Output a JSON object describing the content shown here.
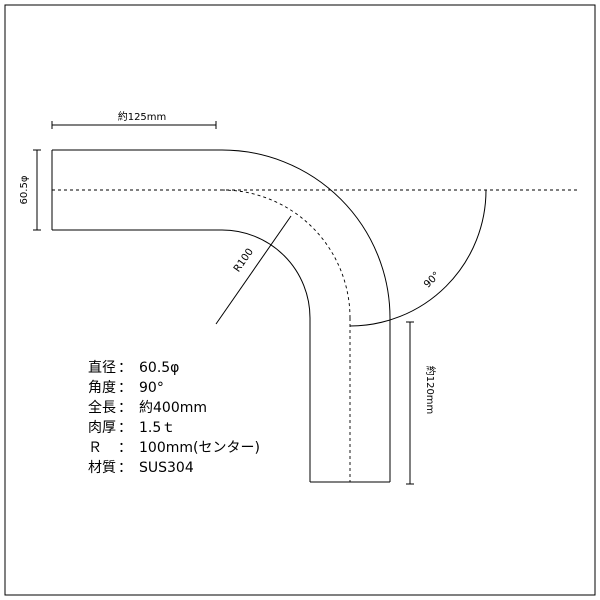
{
  "dimensions": {
    "top_length": "約125mm",
    "diameter": "60.5φ",
    "radius": "R100",
    "angle": "90°",
    "bottom_length": "約120mm"
  },
  "specs": [
    {
      "label": "直径",
      "sep": "：",
      "value": "60.5φ"
    },
    {
      "label": "角度",
      "sep": "：",
      "value": "90°"
    },
    {
      "label": "全長",
      "sep": "：",
      "value": "約400mm"
    },
    {
      "label": "肉厚",
      "sep": "：",
      "value": "1.5ｔ"
    },
    {
      "label": "Ｒ　",
      "sep": "：",
      "value": "100mm(センター)"
    },
    {
      "label": "材質",
      "sep": "：",
      "value": "SUS304"
    }
  ]
}
